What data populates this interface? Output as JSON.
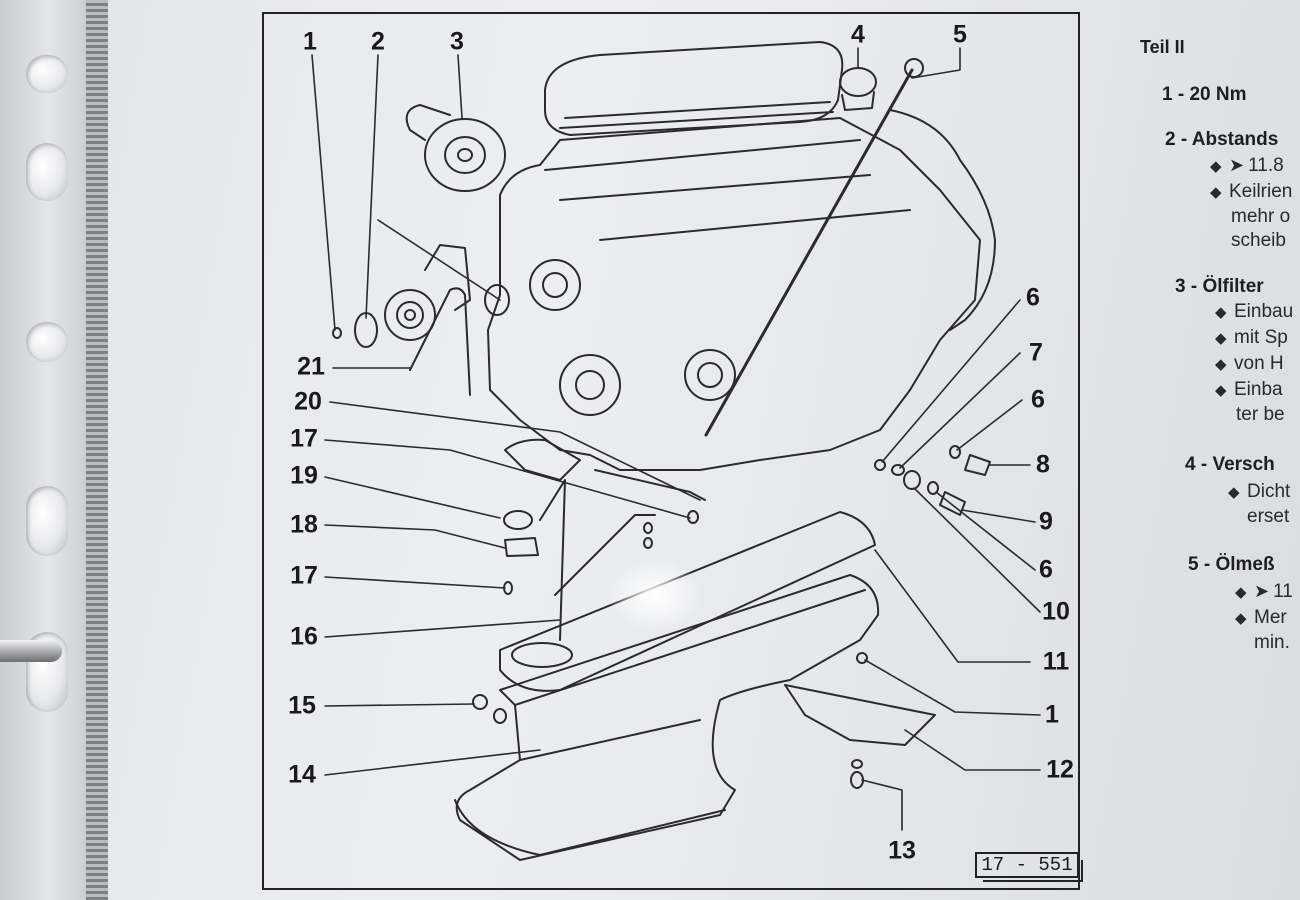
{
  "figure": {
    "number": "17 - 551",
    "callouts": {
      "c1a": "1",
      "c2": "2",
      "c3": "3",
      "c4": "4",
      "c5": "5",
      "c6a": "6",
      "c7": "7",
      "c6b": "6",
      "c8": "8",
      "c9": "9",
      "c6c": "6",
      "c10": "10",
      "c11": "11",
      "c1b": "1",
      "c12": "12",
      "c13": "13",
      "c21": "21",
      "c20": "20",
      "c17a": "17",
      "c19": "19",
      "c18": "18",
      "c17b": "17",
      "c16": "16",
      "c15": "15",
      "c14": "14"
    }
  },
  "legend": {
    "heading": "Teil II",
    "item1": "1 - 20 Nm",
    "item2_title": "2 - Abstands",
    "item2_l1": "11.8",
    "item2_l2": "Keilrien",
    "item2_l3": "mehr o",
    "item2_l4": "scheib",
    "item3_title": "3 - Ölfilter",
    "item3_l1": "Einbau",
    "item3_l2": "mit Sp",
    "item3_l3": "von H",
    "item3_l4": "Einba",
    "item3_l5": "ter be",
    "item4_title": "4 - Versch",
    "item4_l1": "Dicht",
    "item4_l2": "erset",
    "item5_title": "5 - Ölmeß",
    "item5_l1": "11",
    "item5_l2": "Mer",
    "item5_l3": "min."
  }
}
